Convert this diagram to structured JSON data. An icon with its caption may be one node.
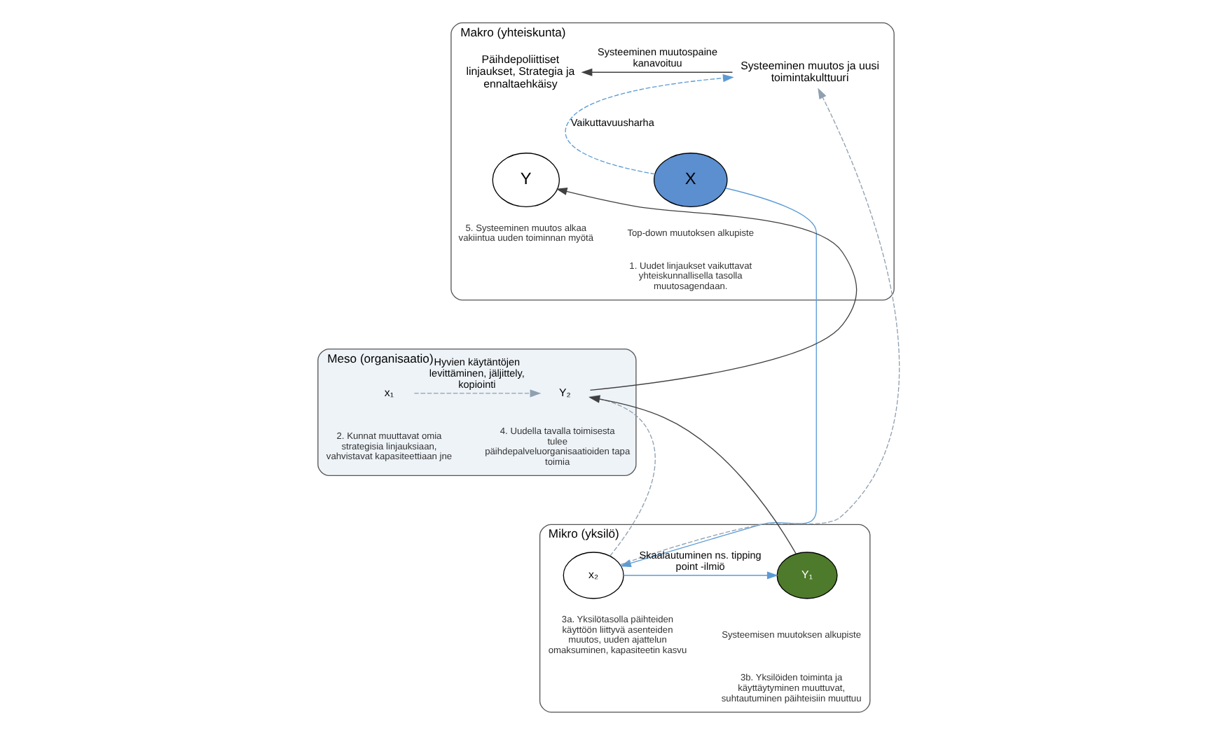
{
  "diagram": {
    "nodes": [
      {
        "text": [
          "Makro (yhteiskunta)"
        ]
      },
      {
        "text": [
          "Päihdepoliittiset linjaukset, Strategia ja ennaltaehkäisy"
        ],
        "in": 0
      },
      {
        "text": [
          "Systeeminen muutos ja uusi toimintakulttuuri"
        ],
        "in": 0
      },
      {
        "text": [
          "X"
        ],
        "in": 0,
        "beside": [
          "Top-down muutoksen alkupiste",
          "1. Uudet linjaukset vaikuttavat yhteiskunnallisella tasolla muutosagendaan."
        ]
      },
      {
        "text": [
          "Y"
        ],
        "in": 0,
        "beside": [
          "5. Systeeminen muutos alkaa vakiintua uuden toiminnan myötä"
        ]
      },
      {
        "text": [
          "Meso (organisaatio)"
        ]
      },
      {
        "text": [
          "x₁"
        ],
        "in": 5,
        "beside": [
          "2. Kunnat muuttavat omia strategisia linjauksiaan, vahvistavat kapasiteettiaan jne"
        ]
      },
      {
        "text": [
          "Y₂"
        ],
        "in": 5,
        "beside": [
          "4. Uudella tavalla toimisesta tulee päihdepalveluorganisaatioiden tapa toimia"
        ]
      },
      {
        "text": [
          "Mikro (yksilö)"
        ]
      },
      {
        "text": [
          "x₂"
        ],
        "in": 8,
        "beside": [
          "3a. Yksilötasolla päihteiden käyttöön liittyvä asenteiden muutos, uuden ajattelun omaksuminen, kapasiteetin kasvu"
        ]
      },
      {
        "text": [
          "Y₁"
        ],
        "in": 8,
        "beside": [
          "Systeemisen muutoksen alkupiste",
          "3b. Yksilöiden toiminta ja käyttäytyminen muuttuvat, suhtautuminen päihteisiin muuttuu"
        ]
      }
    ],
    "edges": [
      {
        "from": 2,
        "to": 1,
        "arrow": "to",
        "label": "Systeeminen muutospaine kanavoituu"
      },
      {
        "from": 3,
        "to": 2,
        "arrow": "to",
        "label": "Vaikuttavuusharha",
        "style": "dashed",
        "color": "#5b9bd5"
      },
      {
        "from": 3,
        "to": 9,
        "arrow": "to",
        "color": "#5b9bd5"
      },
      {
        "from": 6,
        "to": 7,
        "arrow": "to",
        "label": "Hyvien käytäntöjen levittäminen, jäljittely, kopiointi",
        "style": "dashed",
        "color": "#8fa0b0"
      },
      {
        "from": 9,
        "to": 7,
        "arrow": "to",
        "style": "dashed",
        "color": "#8fa0b0"
      },
      {
        "from": 9,
        "to": 2,
        "arrow": "to",
        "style": "dashed",
        "color": "#8fa0b0"
      },
      {
        "from": 9,
        "to": 10,
        "arrow": "to",
        "label": "Skaalautuminen ns. tipping point -ilmiö",
        "color": "#5b9bd5"
      },
      {
        "from": 10,
        "to": 7,
        "arrow": "to"
      },
      {
        "from": 7,
        "to": 4,
        "arrow": "to"
      }
    ]
  }
}
